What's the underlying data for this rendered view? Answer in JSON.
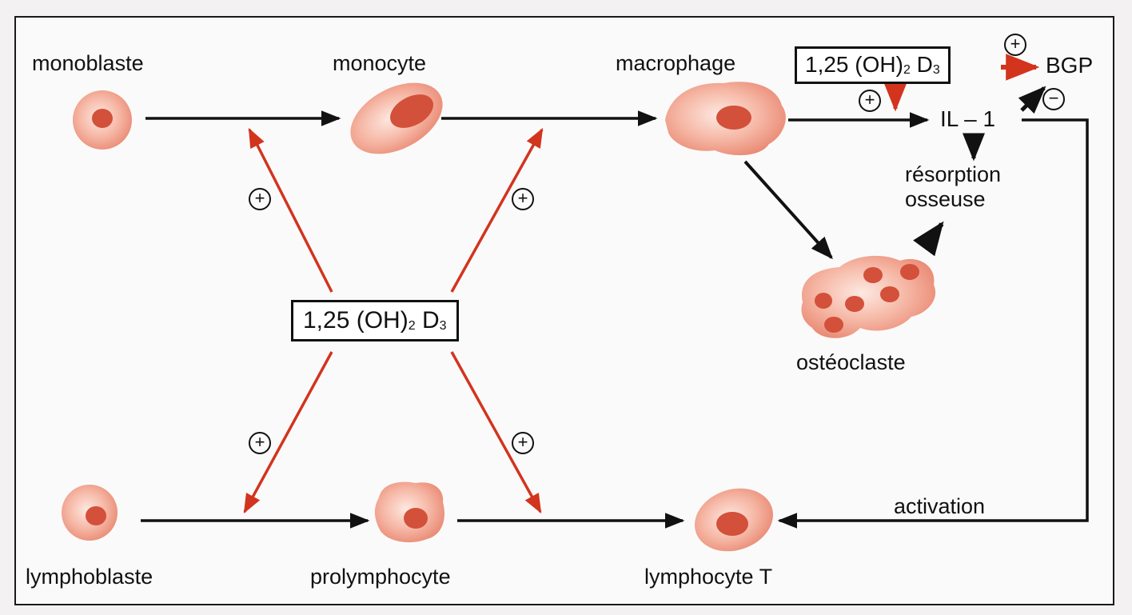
{
  "cells": {
    "monoblaste": "monoblaste",
    "monocyte": "monocyte",
    "macrophage": "macrophage",
    "osteoclaste": "ostéoclaste",
    "lymphoblaste": "lymphoblaste",
    "prolymphocyte": "prolymphocyte",
    "lymphocyte_t": "lymphocyte T"
  },
  "hormone": {
    "prefix": "1,25 (OH)",
    "sub1": "2",
    "mid": " D",
    "sub2": "3"
  },
  "products": {
    "bgp": "BGP",
    "il1": "IL – 1",
    "resorption_line1": "résorption",
    "resorption_line2": "osseuse",
    "activation": "activation"
  },
  "signs": {
    "plus": "+",
    "minus": "−"
  },
  "colors": {
    "stimulation_arrow": "#d2341e",
    "pathway_arrow": "#111111",
    "cell_fill": "#f0a08a",
    "nucleus_fill": "#d3503a"
  }
}
